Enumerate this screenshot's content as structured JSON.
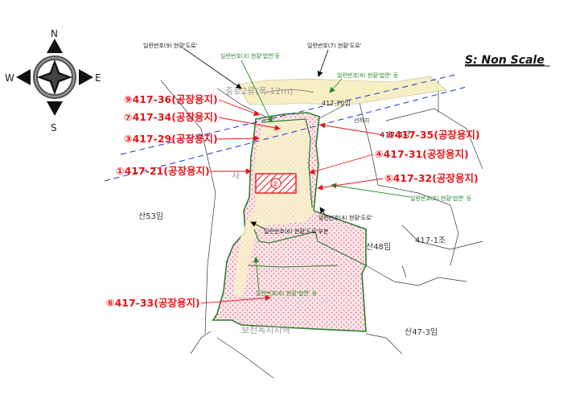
{
  "scale_note": "S: Non Scale",
  "compass": {
    "n": "N",
    "s": "S",
    "e": "E",
    "w": "W"
  },
  "lots": {
    "l9": "⑨417-36(공장용지)",
    "l7": "⑦417-34(공장용지)",
    "l3": "③417-29(공장용지)",
    "l1": "①417-21(공장용지)",
    "l8": "⑧417-35(공장용지)",
    "l4": "④417-31(공장용지)",
    "l5": "⑤417-32(공장용지)",
    "l6": "⑥417-33(공장용지)"
  },
  "notes": {
    "n9_road": "일련번호(9) 현황'도로'",
    "n7_road": "일련번호(7) 현황'도로'",
    "n3_slope": "일련번호(3) 현황'법면'등",
    "n8_slope": "일련번호(8) 현황'법면' 등",
    "n5_slope": "일련번호(5) 현황'법면' 등",
    "n4_road": "일련번호(4) 현황'도로'",
    "n6_road": "일련번호(6) 현황'도로'부분",
    "n6_slope": "일련번호(6) 현황'법면' 등"
  },
  "map_text": {
    "mountain_53": "산53임",
    "mountain_48": "산48임",
    "lot_417_1": "417-1조",
    "lot_417_4": "417-4장",
    "lot_417_70": "417-70임",
    "mountain_47_3": "산47-3임",
    "small_2": "②",
    "faint_road": "중로2류(폭 12m)",
    "faint_zone": "보전녹지지역",
    "faint_sa": "사",
    "faint_bottom": "선하지"
  }
}
